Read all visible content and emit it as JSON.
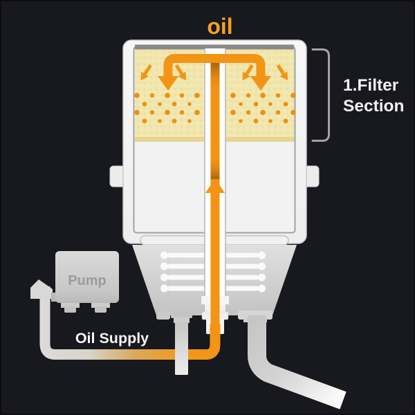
{
  "diagram": {
    "top_label": "oil",
    "annotation": {
      "line1": "1.Filter",
      "line2": "Section"
    },
    "pump_label": "Pump",
    "supply_label": "Oil Supply"
  },
  "colors": {
    "background": "#18181f",
    "accent_orange": "#f29414",
    "oil_text_orange": "#f6a21c",
    "dot_orange": "#ef8f0d",
    "filter_media_yellow": "#f1e6ae",
    "filter_media_deep": "#e7d68e",
    "metal_white": "#f5f5f5",
    "metal_gray": "#d2d2d2",
    "annotation_text": "#f2f2f2",
    "pump_text_gray": "#9b9b9b",
    "supply_text": "#f7f7f7",
    "bracket_gray": "#a3a3a3"
  }
}
